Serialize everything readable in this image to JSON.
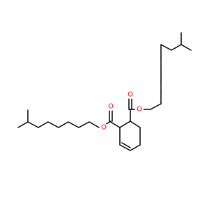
{
  "atoms": [
    {
      "id": "o_carbonyl_left",
      "label": "O"
    },
    {
      "id": "o_ester_left",
      "label": "O"
    },
    {
      "id": "o_carbonyl_right",
      "label": "O"
    },
    {
      "id": "o_ester_right",
      "label": "O"
    }
  ],
  "colors": {
    "bond": "#000000",
    "oxygen": "#ff0000",
    "background": "#ffffff"
  }
}
